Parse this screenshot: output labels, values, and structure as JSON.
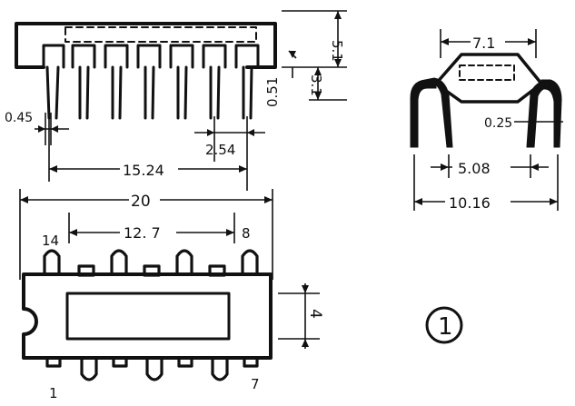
{
  "labels": {
    "dim_20": "20",
    "dim_12_7": "12. 7",
    "dim_15_24": "15.24",
    "dim_2_54": "2.54",
    "dim_0_45": "0.45",
    "dim_0_51": "0.51",
    "dim_3_1": "3.1",
    "dim_5_1": "5.1",
    "dim_7_1": "7.1",
    "dim_0_25": "0.25",
    "dim_5_08": "5.08",
    "dim_10_16": "10.16",
    "dim_4": "4",
    "pin_14": "14",
    "pin_8": "8",
    "pin_1": "1",
    "pin_7": "7",
    "figure_number": "1"
  },
  "colors": {
    "ink": "#111111",
    "background": "#ffffff"
  }
}
